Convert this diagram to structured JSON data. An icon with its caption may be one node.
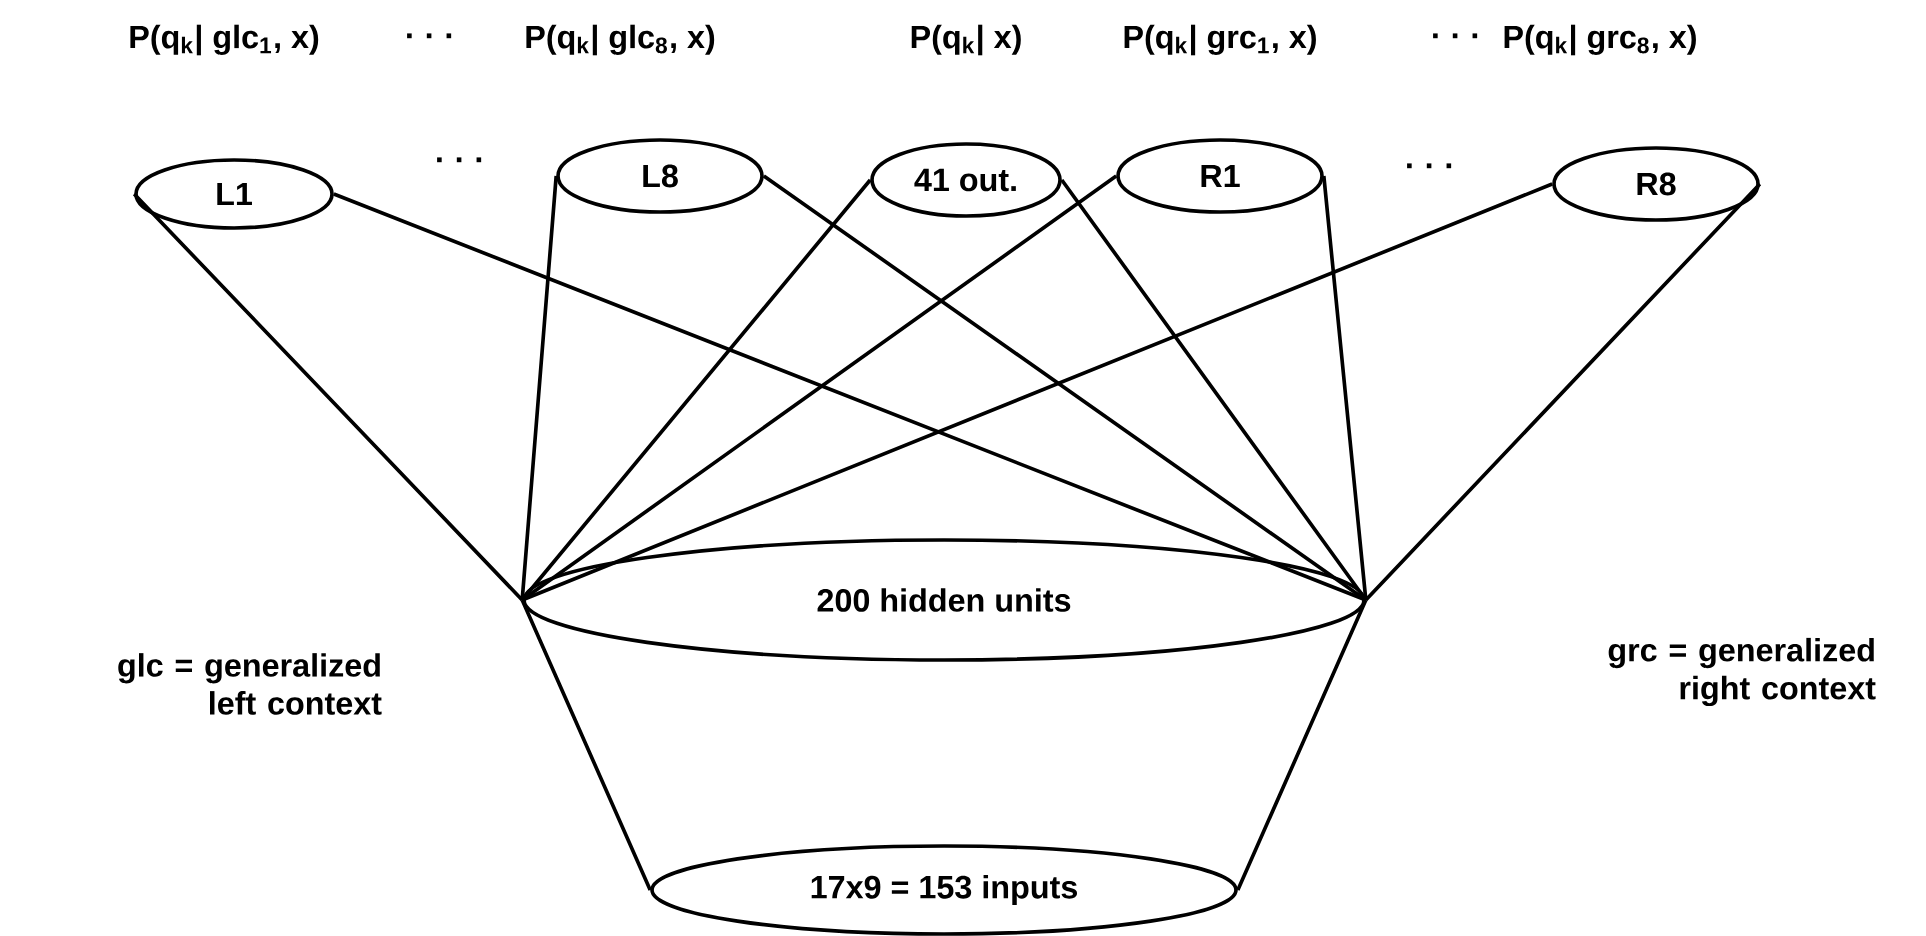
{
  "diagram": {
    "nodes": [
      {
        "text": [
          "L1"
        ],
        "beside": [
          "P(q$_{k}$| glc$_{1}$, x)"
        ]
      },
      {
        "text": [
          "L8"
        ],
        "beside": [
          "P(q$_{k}$| glc$_{8}$, x)"
        ]
      },
      {
        "text": [
          "41 out."
        ],
        "beside": [
          "P(q$_{k}$| x)"
        ]
      },
      {
        "text": [
          "R1"
        ],
        "beside": [
          "P(q$_{k}$| grc$_{1}$, x)"
        ]
      },
      {
        "text": [
          "R8"
        ],
        "beside": [
          "P(q$_{k}$| grc$_{8}$, x)"
        ]
      },
      {
        "text": [
          "200 hidden units"
        ]
      },
      {
        "text": [
          "17x9 = 153 inputs"
        ]
      }
    ],
    "edges": [
      {
        "from": 0,
        "to": 5,
        "arrow": "none"
      },
      {
        "from": 1,
        "to": 5,
        "arrow": "none"
      },
      {
        "from": 2,
        "to": 5,
        "arrow": "none"
      },
      {
        "from": 3,
        "to": 5,
        "arrow": "none"
      },
      {
        "from": 4,
        "to": 5,
        "arrow": "none"
      },
      {
        "from": 5,
        "to": 6,
        "arrow": "none"
      }
    ],
    "labels": [
      "· · ·",
      "· · ·",
      "· · ·",
      "· · ·",
      "glc = generalized left context",
      "grc = generalized right context"
    ]
  }
}
